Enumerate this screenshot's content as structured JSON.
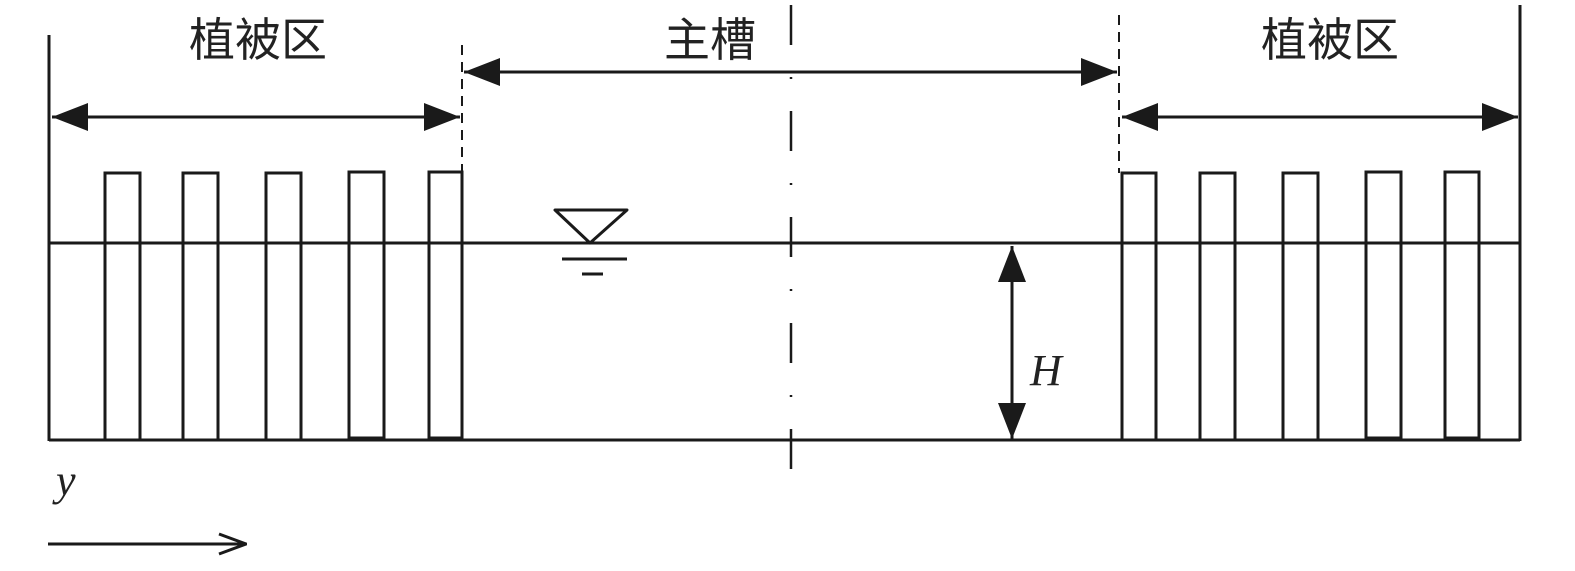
{
  "labels": {
    "left_zone": "植被区",
    "main_channel": "主槽",
    "right_zone": "植被区",
    "depth": "H",
    "axis": "y"
  },
  "vegetation": {
    "left_stems": 5,
    "right_stems": 5
  }
}
